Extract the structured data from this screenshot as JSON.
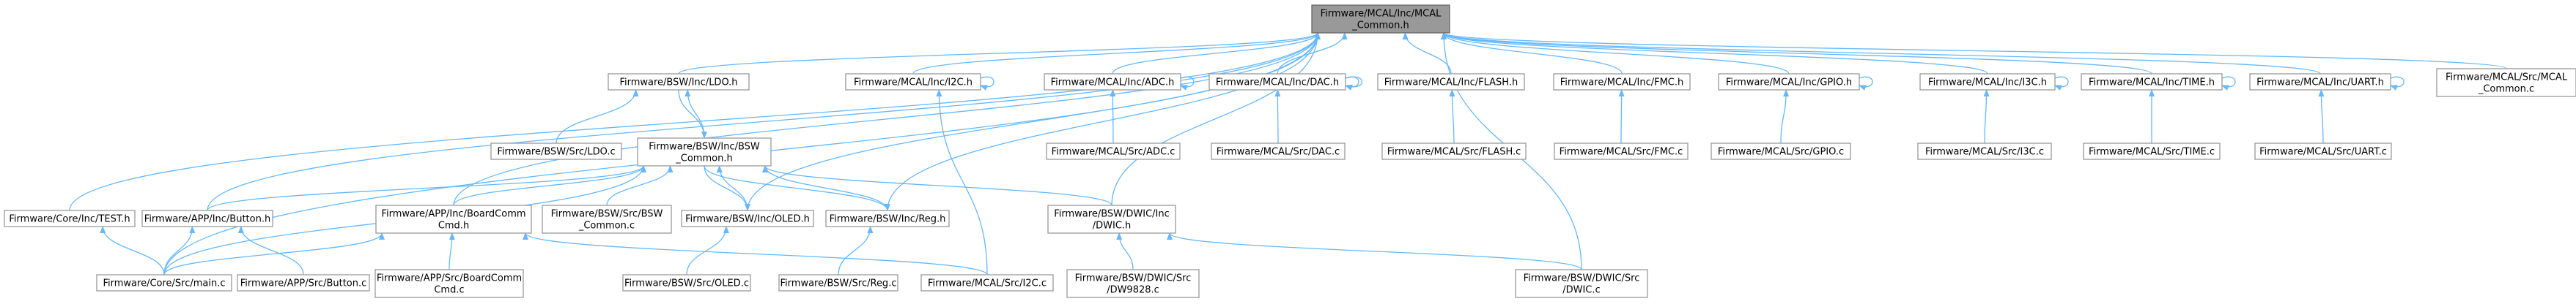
{
  "graph": {
    "edge_color": "#63b8ff",
    "node_border_color": "#999999",
    "root_fill_color": "#999999",
    "nodes": [
      {
        "id": "mcal_common_h",
        "lines": [
          "Firmware/MCAL/Inc/MCAL",
          "_Common.h"
        ]
      },
      {
        "id": "mcal_common_c",
        "lines": [
          "Firmware/MCAL/Src/MCAL",
          "_Common.c"
        ]
      },
      {
        "id": "ldo_h",
        "lines": [
          "Firmware/BSW/Inc/LDO.h"
        ]
      },
      {
        "id": "i2c_h",
        "lines": [
          "Firmware/MCAL/Inc/I2C.h"
        ]
      },
      {
        "id": "adc_h",
        "lines": [
          "Firmware/MCAL/Inc/ADC.h"
        ]
      },
      {
        "id": "dac_h",
        "lines": [
          "Firmware/MCAL/Inc/DAC.h"
        ]
      },
      {
        "id": "flash_h",
        "lines": [
          "Firmware/MCAL/Inc/FLASH.h"
        ]
      },
      {
        "id": "fmc_h",
        "lines": [
          "Firmware/MCAL/Inc/FMC.h"
        ]
      },
      {
        "id": "gpio_h",
        "lines": [
          "Firmware/MCAL/Inc/GPIO.h"
        ]
      },
      {
        "id": "i3c_h",
        "lines": [
          "Firmware/MCAL/Inc/I3C.h"
        ]
      },
      {
        "id": "time_h",
        "lines": [
          "Firmware/MCAL/Inc/TIME.h"
        ]
      },
      {
        "id": "uart_h",
        "lines": [
          "Firmware/MCAL/Inc/UART.h"
        ]
      },
      {
        "id": "ldo_c",
        "lines": [
          "Firmware/BSW/Src/LDO.c"
        ]
      },
      {
        "id": "bsw_common_h",
        "lines": [
          "Firmware/BSW/Inc/BSW",
          "_Common.h"
        ]
      },
      {
        "id": "adc_c",
        "lines": [
          "Firmware/MCAL/Src/ADC.c"
        ]
      },
      {
        "id": "dac_c",
        "lines": [
          "Firmware/MCAL/Src/DAC.c"
        ]
      },
      {
        "id": "flash_c",
        "lines": [
          "Firmware/MCAL/Src/FLASH.c"
        ]
      },
      {
        "id": "fmc_c",
        "lines": [
          "Firmware/MCAL/Src/FMC.c"
        ]
      },
      {
        "id": "gpio_c",
        "lines": [
          "Firmware/MCAL/Src/GPIO.c"
        ]
      },
      {
        "id": "i3c_c",
        "lines": [
          "Firmware/MCAL/Src/I3C.c"
        ]
      },
      {
        "id": "time_c",
        "lines": [
          "Firmware/MCAL/Src/TIME.c"
        ]
      },
      {
        "id": "uart_c",
        "lines": [
          "Firmware/MCAL/Src/UART.c"
        ]
      },
      {
        "id": "test_h",
        "lines": [
          "Firmware/Core/Inc/TEST.h"
        ]
      },
      {
        "id": "button_h",
        "lines": [
          "Firmware/APP/Inc/Button.h"
        ]
      },
      {
        "id": "boardcomm_h",
        "lines": [
          "Firmware/APP/Inc/BoardComm",
          "Cmd.h"
        ]
      },
      {
        "id": "bsw_common_c",
        "lines": [
          "Firmware/BSW/Src/BSW",
          "_Common.c"
        ]
      },
      {
        "id": "oled_h",
        "lines": [
          "Firmware/BSW/Inc/OLED.h"
        ]
      },
      {
        "id": "reg_h",
        "lines": [
          "Firmware/BSW/Inc/Reg.h"
        ]
      },
      {
        "id": "dwic_h",
        "lines": [
          "Firmware/BSW/DWIC/Inc",
          "/DWIC.h"
        ]
      },
      {
        "id": "main_c",
        "lines": [
          "Firmware/Core/Src/main.c"
        ]
      },
      {
        "id": "button_c",
        "lines": [
          "Firmware/APP/Src/Button.c"
        ]
      },
      {
        "id": "boardcomm_c",
        "lines": [
          "Firmware/APP/Src/BoardComm",
          "Cmd.c"
        ]
      },
      {
        "id": "oled_c",
        "lines": [
          "Firmware/BSW/Src/OLED.c"
        ]
      },
      {
        "id": "reg_c",
        "lines": [
          "Firmware/BSW/Src/Reg.c"
        ]
      },
      {
        "id": "i2c_c",
        "lines": [
          "Firmware/MCAL/Src/I2C.c"
        ]
      },
      {
        "id": "dw9828_c",
        "lines": [
          "Firmware/BSW/DWIC/Src",
          "/DW9828.c"
        ]
      },
      {
        "id": "dwic_c",
        "lines": [
          "Firmware/BSW/DWIC/Src",
          "/DWIC.c"
        ]
      }
    ],
    "edges": [
      [
        "ldo_h",
        "mcal_common_h"
      ],
      [
        "i2c_h",
        "mcal_common_h"
      ],
      [
        "adc_h",
        "mcal_common_h"
      ],
      [
        "dac_h",
        "mcal_common_h"
      ],
      [
        "flash_h",
        "mcal_common_h"
      ],
      [
        "fmc_h",
        "mcal_common_h"
      ],
      [
        "gpio_h",
        "mcal_common_h"
      ],
      [
        "i3c_h",
        "mcal_common_h"
      ],
      [
        "time_h",
        "mcal_common_h"
      ],
      [
        "uart_h",
        "mcal_common_h"
      ],
      [
        "mcal_common_c",
        "mcal_common_h"
      ],
      [
        "test_h",
        "mcal_common_h"
      ],
      [
        "button_h",
        "mcal_common_h"
      ],
      [
        "boardcomm_h",
        "mcal_common_h"
      ],
      [
        "oled_h",
        "mcal_common_h"
      ],
      [
        "reg_h",
        "mcal_common_h"
      ],
      [
        "dwic_h",
        "mcal_common_h"
      ],
      [
        "main_c",
        "mcal_common_h"
      ],
      [
        "dwic_c",
        "mcal_common_h"
      ],
      [
        "ldo_c",
        "ldo_h"
      ],
      [
        "bsw_common_h",
        "ldo_h"
      ],
      [
        "ldo_h",
        "bsw_common_h"
      ],
      [
        "adc_c",
        "adc_h"
      ],
      [
        "dac_c",
        "dac_h"
      ],
      [
        "flash_c",
        "flash_h"
      ],
      [
        "fmc_c",
        "fmc_h"
      ],
      [
        "gpio_c",
        "gpio_h"
      ],
      [
        "i3c_c",
        "i3c_h"
      ],
      [
        "time_c",
        "time_h"
      ],
      [
        "uart_c",
        "uart_h"
      ],
      [
        "i2c_c",
        "i2c_h"
      ],
      [
        "button_h",
        "bsw_common_h"
      ],
      [
        "boardcomm_h",
        "bsw_common_h"
      ],
      [
        "bsw_common_c",
        "bsw_common_h"
      ],
      [
        "oled_h",
        "bsw_common_h"
      ],
      [
        "reg_h",
        "bsw_common_h"
      ],
      [
        "dwic_h",
        "bsw_common_h"
      ],
      [
        "main_c",
        "bsw_common_h"
      ],
      [
        "bsw_common_h",
        "oled_h"
      ],
      [
        "bsw_common_h",
        "reg_h"
      ],
      [
        "main_c",
        "test_h"
      ],
      [
        "main_c",
        "button_h"
      ],
      [
        "button_c",
        "button_h"
      ],
      [
        "main_c",
        "boardcomm_h"
      ],
      [
        "boardcomm_c",
        "boardcomm_h"
      ],
      [
        "i2c_c",
        "boardcomm_h"
      ],
      [
        "oled_c",
        "oled_h"
      ],
      [
        "reg_c",
        "reg_h"
      ],
      [
        "dw9828_c",
        "dwic_h"
      ],
      [
        "dwic_c",
        "dwic_h"
      ]
    ],
    "self_loops": [
      "i2c_h",
      "adc_h",
      "dac_h",
      "gpio_h",
      "i3c_h",
      "time_h",
      "uart_h",
      "dac_h"
    ]
  }
}
